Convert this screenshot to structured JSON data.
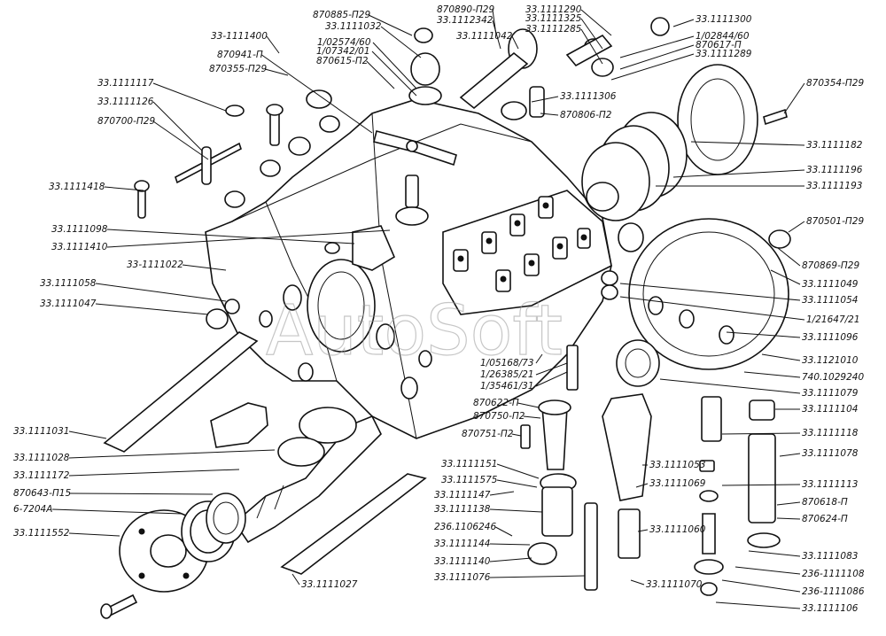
{
  "watermark": "AutoSoft",
  "labels": [
    "870885-П29",
    "870890-П29",
    "33.1112342",
    "33.1111290",
    "33.1111325",
    "33.1111300",
    "33.1111032",
    "33.1111042",
    "33.1111285",
    "1/02844/60",
    "870617-П",
    "33.1111289",
    "33-1111400",
    "1/02574/60",
    "1/07342/01",
    "870941-П",
    "870615-П2",
    "870355-П29",
    "33.1111117",
    "33.1111126",
    "870700-П29",
    "33.1111306",
    "870806-П2",
    "870354-П29",
    "33.1111182",
    "33.1111196",
    "33.1111193",
    "33.1111418",
    "33.1111098",
    "33.1111410",
    "33-1111022",
    "870501-П29",
    "870869-П29",
    "33.1111049",
    "33.1111058",
    "33.1111054",
    "33.1111047",
    "1/21647/21",
    "33.1111096",
    "1/05168/73",
    "1/26385/21",
    "1/35461/31",
    "33.1121010",
    "740.1029240",
    "33.1111079",
    "870622-П",
    "33.1111104",
    "870750-П2",
    "870751-П2",
    "33.1111118",
    "33.1111031",
    "33.1111028",
    "33.1111151",
    "33.1111575",
    "33.1111053",
    "33.1111078",
    "33.1111172",
    "33.1111069",
    "870643-П15",
    "33.1111147",
    "33.1111113",
    "6-7204А",
    "33.1111138",
    "870618-П",
    "870624-П",
    "236.1106246",
    "33.1111552",
    "33.1111144",
    "33.1111060",
    "33.1111083",
    "33.1111140",
    "236-1111108",
    "33.1111076",
    "33.1111070",
    "236-1111086",
    "33.1111106",
    "33.1111027"
  ]
}
